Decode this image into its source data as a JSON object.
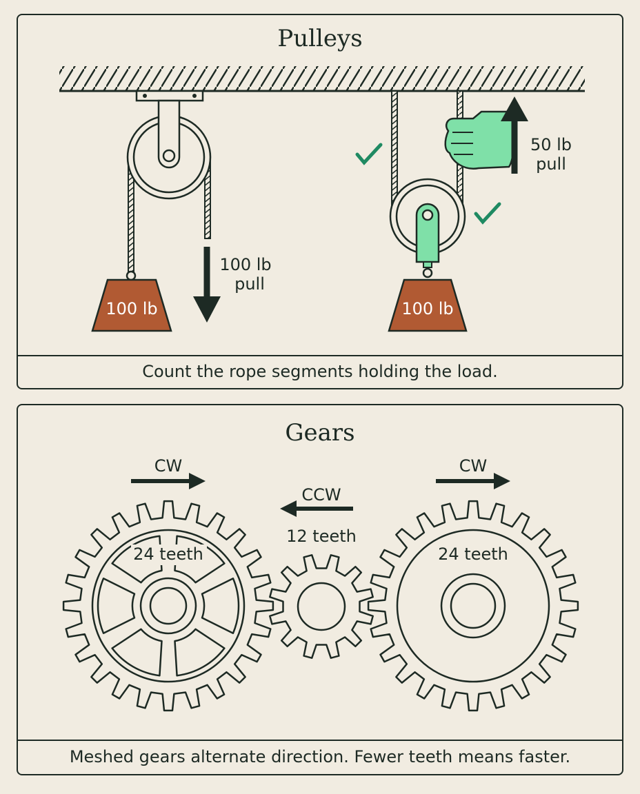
{
  "pulleys": {
    "title": "Pulleys",
    "fixed_pulley": {
      "load_label": "100 lb",
      "pull_line1": "100 lb",
      "pull_line2": "pull"
    },
    "movable_pulley": {
      "load_label": "100 lb",
      "pull_line1": "50 lb",
      "pull_line2": "pull"
    },
    "caption": "Count the rope segments holding the load."
  },
  "gears": {
    "title": "Gears",
    "left_gear": {
      "teeth_label": "24 teeth",
      "direction": "CW"
    },
    "middle_gear": {
      "teeth_label": "12 teeth",
      "direction": "CCW"
    },
    "right_gear": {
      "teeth_label": "24 teeth",
      "direction": "CW"
    },
    "caption": "Meshed gears alternate direction. Fewer teeth means faster."
  },
  "colors": {
    "ink": "#1d2a24",
    "background": "#f1ece1",
    "load": "#b15a33",
    "accent": "#1f8a62",
    "hand": "#7fe0a8"
  }
}
